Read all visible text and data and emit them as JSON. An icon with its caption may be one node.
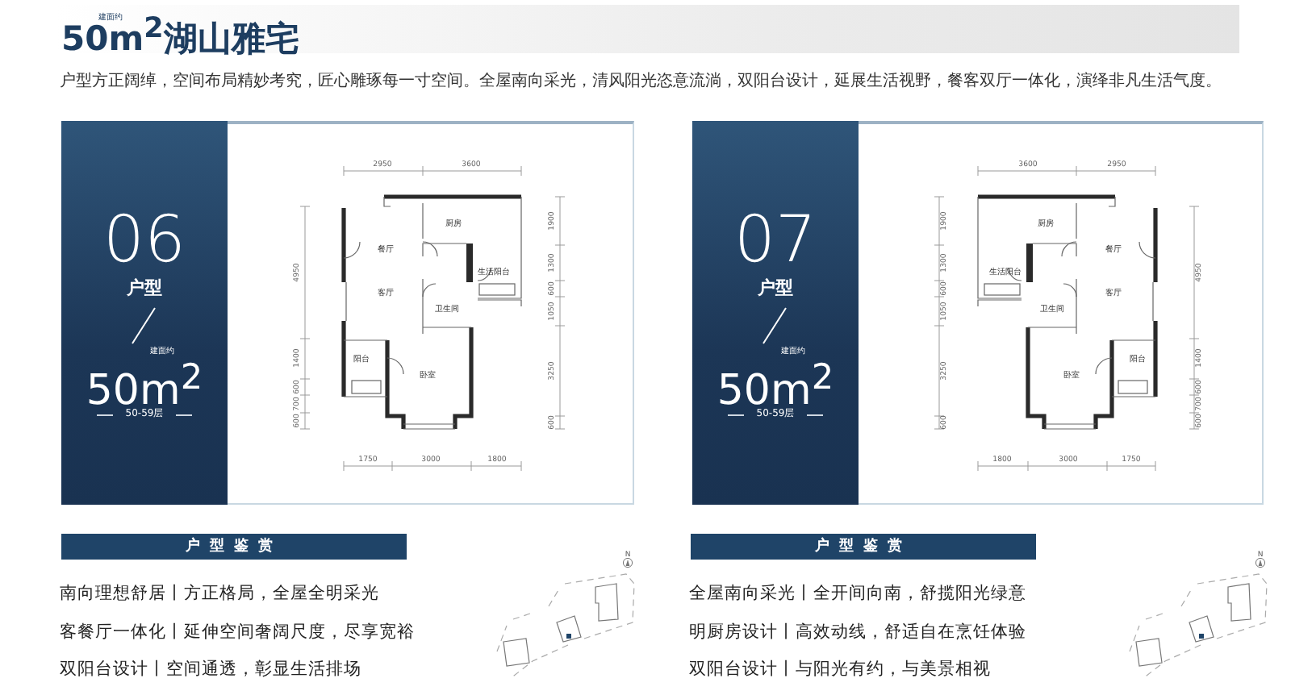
{
  "diagram": {
    "title": "50m$^{2}$湖山雅宅",
    "nodes": [
      {
        "text": [
          "06",
          "户型",
          "建面约",
          "50m$^{2}$",
          "50-59层"
        ]
      },
      {
        "text": [
          "07",
          "户型",
          "建面约",
          "50m$^{2}$",
          "50-59层"
        ]
      },
      {
        "text": [
          "户型鉴赏"
        ]
      },
      {
        "text": [
          "户型鉴赏"
        ]
      }
    ],
    "labels": [
      "建面约",
      "户型方正阔绰，空间布局精妙考究，匠心雕琢每一寸空间。全屋南向采光，清风阳光恣意流淌，双阳台设计，延展生活视野，餐客双厅一体化，演绎非凡生活气度。",
      "2950",
      "3600",
      "4950",
      "1400",
      "600",
      "700",
      "600",
      "1900",
      "1300",
      "600",
      "1050",
      "3250",
      "600",
      "厨房",
      "餐厅",
      "生活阳台",
      "客厅",
      "卫生间",
      "阳台",
      "卧室",
      "1750",
      "3000",
      "1800",
      "3600",
      "2950",
      "1900",
      "1300",
      "600",
      "1050",
      "3250",
      "600",
      "4950",
      "1400",
      "600",
      "700",
      "600",
      "厨房",
      "餐厅",
      "生活阳台",
      "客厅",
      "卫生间",
      "阳台",
      "卧室",
      "1800",
      "3000",
      "1750",
      "南向理想舒居丨方正格局，全屋全明采光",
      "客餐厅一体化丨延伸空间奢阔尺度，尽享宽裕",
      "双阳台设计丨空间通透，彰显生活排场",
      "全屋南向采光丨全开间向南，舒揽阳光绿意",
      "明厨房设计丨高效动线，舒适自在烹饪体验",
      "双阳台设计丨与阳光有约，与美景相视",
      "N",
      "N"
    ]
  }
}
